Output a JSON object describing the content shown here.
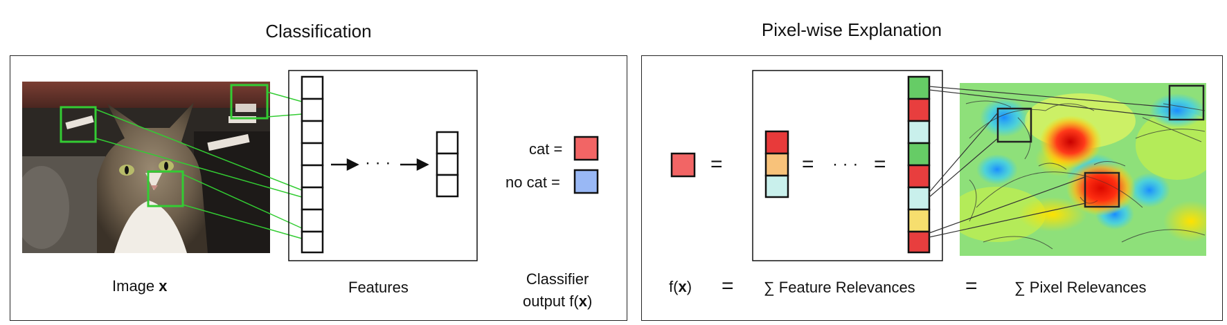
{
  "titles": {
    "classification": "Classification",
    "explanation": "Pixel-wise Explanation"
  },
  "left": {
    "image_label_text": "Image",
    "image_label_var": "x",
    "features_label": "Features",
    "classifier_line1": "Classifier",
    "classifier_line2_prefix": "output f(",
    "classifier_line2_var": "x",
    "classifier_line2_suffix": ")",
    "cat_label": "cat =",
    "nocat_label": "no cat =",
    "dots": "· · ·",
    "cat_color": "#f26565",
    "nocat_color": "#99b8f5"
  },
  "right": {
    "fx_prefix": "f(",
    "fx_var": "x",
    "fx_suffix": ")",
    "eq1": "=",
    "sum_feature": "∑ Feature Relevances",
    "eq2": "=",
    "sum_pixel": "∑ Pixel Relevances",
    "eq_a": "=",
    "eq_b": "=",
    "eq_c": "=",
    "dots": "· · ·",
    "output_color": "#f26565",
    "mid_colors": [
      "#e83a3a",
      "#f8c27a",
      "#c9f0ec"
    ],
    "feature_colors": [
      "#66cc66",
      "#e83e3e",
      "#c9f0ec",
      "#66cc66",
      "#e83e3e",
      "#c9f0ec",
      "#f6de6e",
      "#e83e3e"
    ]
  },
  "colors": {
    "highlight_green": "#33cc33",
    "stroke": "#111111"
  }
}
